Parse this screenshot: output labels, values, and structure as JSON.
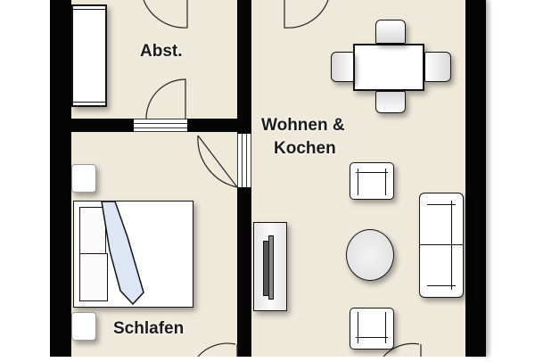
{
  "plan": {
    "rooms": [
      {
        "id": "abstellraum",
        "label": "Abst."
      },
      {
        "id": "wohnen-kochen",
        "label_line1": "Wohnen &",
        "label_line2": "Kochen"
      },
      {
        "id": "schlafen",
        "label": "Schlafen"
      }
    ],
    "colors": {
      "floor": "#efe9da",
      "wall": "#050505",
      "furniture": "#ffffff",
      "blanket": "#dde6f5"
    },
    "furniture": [
      "cupboard",
      "dining-table",
      "dining-chair",
      "armchair",
      "sofa",
      "round-coffee-table",
      "tv-unit",
      "double-bed",
      "nightstand"
    ]
  }
}
